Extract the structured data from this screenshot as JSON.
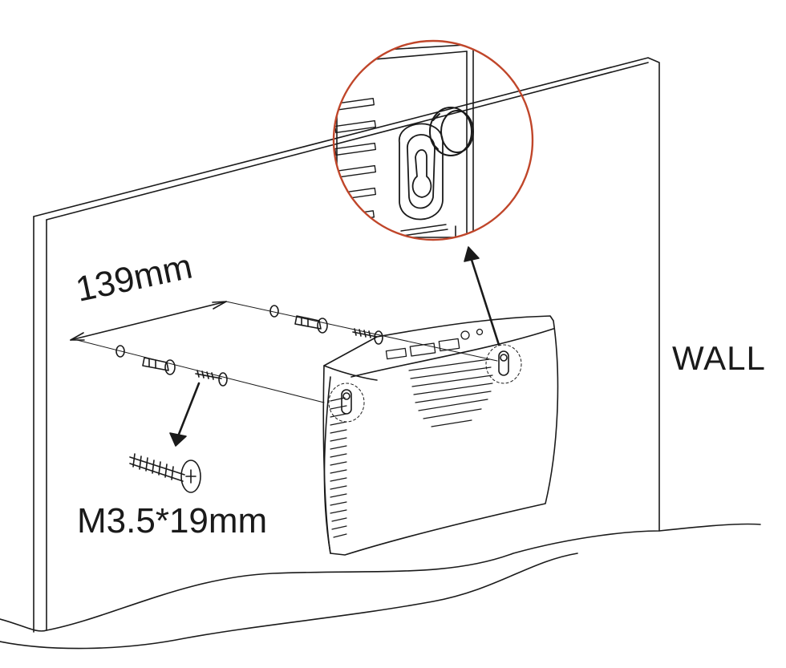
{
  "labels": {
    "spacing": "139mm",
    "wall": "WALL",
    "screw": "M3.5*19mm"
  },
  "colors": {
    "line": "#1a1a1a",
    "detail_circle": "#c0462a",
    "background": "#ffffff"
  },
  "icons": {
    "wall_plug": "wall-plug-icon",
    "screw": "screw-icon",
    "keyhole": "keyhole-slot-icon"
  }
}
